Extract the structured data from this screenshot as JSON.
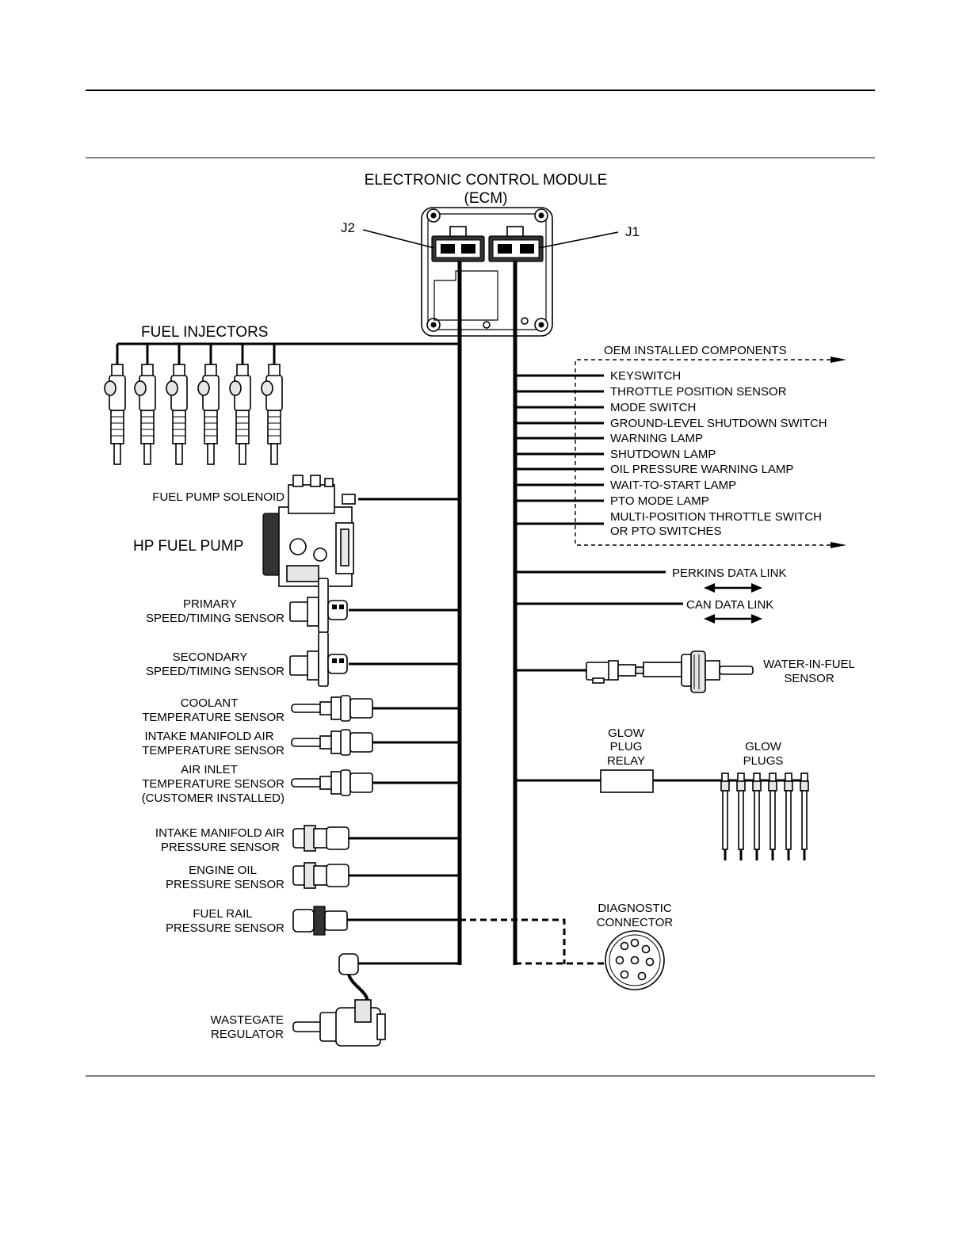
{
  "ecm": {
    "title": "ELECTRONIC CONTROL MODULE",
    "abbr": "(ECM)",
    "j2": "J2",
    "j1": "J1"
  },
  "left": {
    "fuel_injectors": "FUEL INJECTORS",
    "fuel_pump_solenoid": "FUEL PUMP SOLENOID",
    "hp_fuel_pump": "HP FUEL PUMP",
    "primary_1": "PRIMARY",
    "primary_2": "SPEED/TIMING SENSOR",
    "secondary_1": "SECONDARY",
    "secondary_2": "SPEED/TIMING SENSOR",
    "coolant_1": "COOLANT",
    "coolant_2": "TEMPERATURE SENSOR",
    "imat_1": "INTAKE MANIFOLD AIR",
    "imat_2": "TEMPERATURE SENSOR",
    "air_inlet_1": "AIR INLET",
    "air_inlet_2": "TEMPERATURE SENSOR",
    "air_inlet_3": "(CUSTOMER INSTALLED)",
    "imap_1": "INTAKE MANIFOLD AIR",
    "imap_2": "PRESSURE SENSOR",
    "oil_1": "ENGINE OIL",
    "oil_2": "PRESSURE SENSOR",
    "rail_1": "FUEL RAIL",
    "rail_2": "PRESSURE SENSOR",
    "wastegate_1": "WASTEGATE",
    "wastegate_2": "REGULATOR"
  },
  "oem": {
    "title": "OEM INSTALLED COMPONENTS",
    "items": [
      "KEYSWITCH",
      "THROTTLE POSITION SENSOR",
      "MODE SWITCH",
      "GROUND-LEVEL SHUTDOWN SWITCH",
      "WARNING LAMP",
      "SHUTDOWN LAMP",
      "OIL PRESSURE WARNING LAMP",
      "WAIT-TO-START LAMP",
      "PTO MODE LAMP",
      "MULTI-POSITION THROTTLE SWITCH"
    ],
    "last_line2": "OR PTO SWITCHES"
  },
  "right": {
    "perkins": "PERKINS DATA LINK",
    "can": "CAN DATA LINK",
    "wif_1": "WATER-IN-FUEL",
    "wif_2": "SENSOR",
    "gpr_1": "GLOW",
    "gpr_2": "PLUG",
    "gpr_3": "RELAY",
    "gp_1": "GLOW",
    "gp_2": "PLUGS",
    "diag_1": "DIAGNOSTIC",
    "diag_2": "CONNECTOR"
  }
}
